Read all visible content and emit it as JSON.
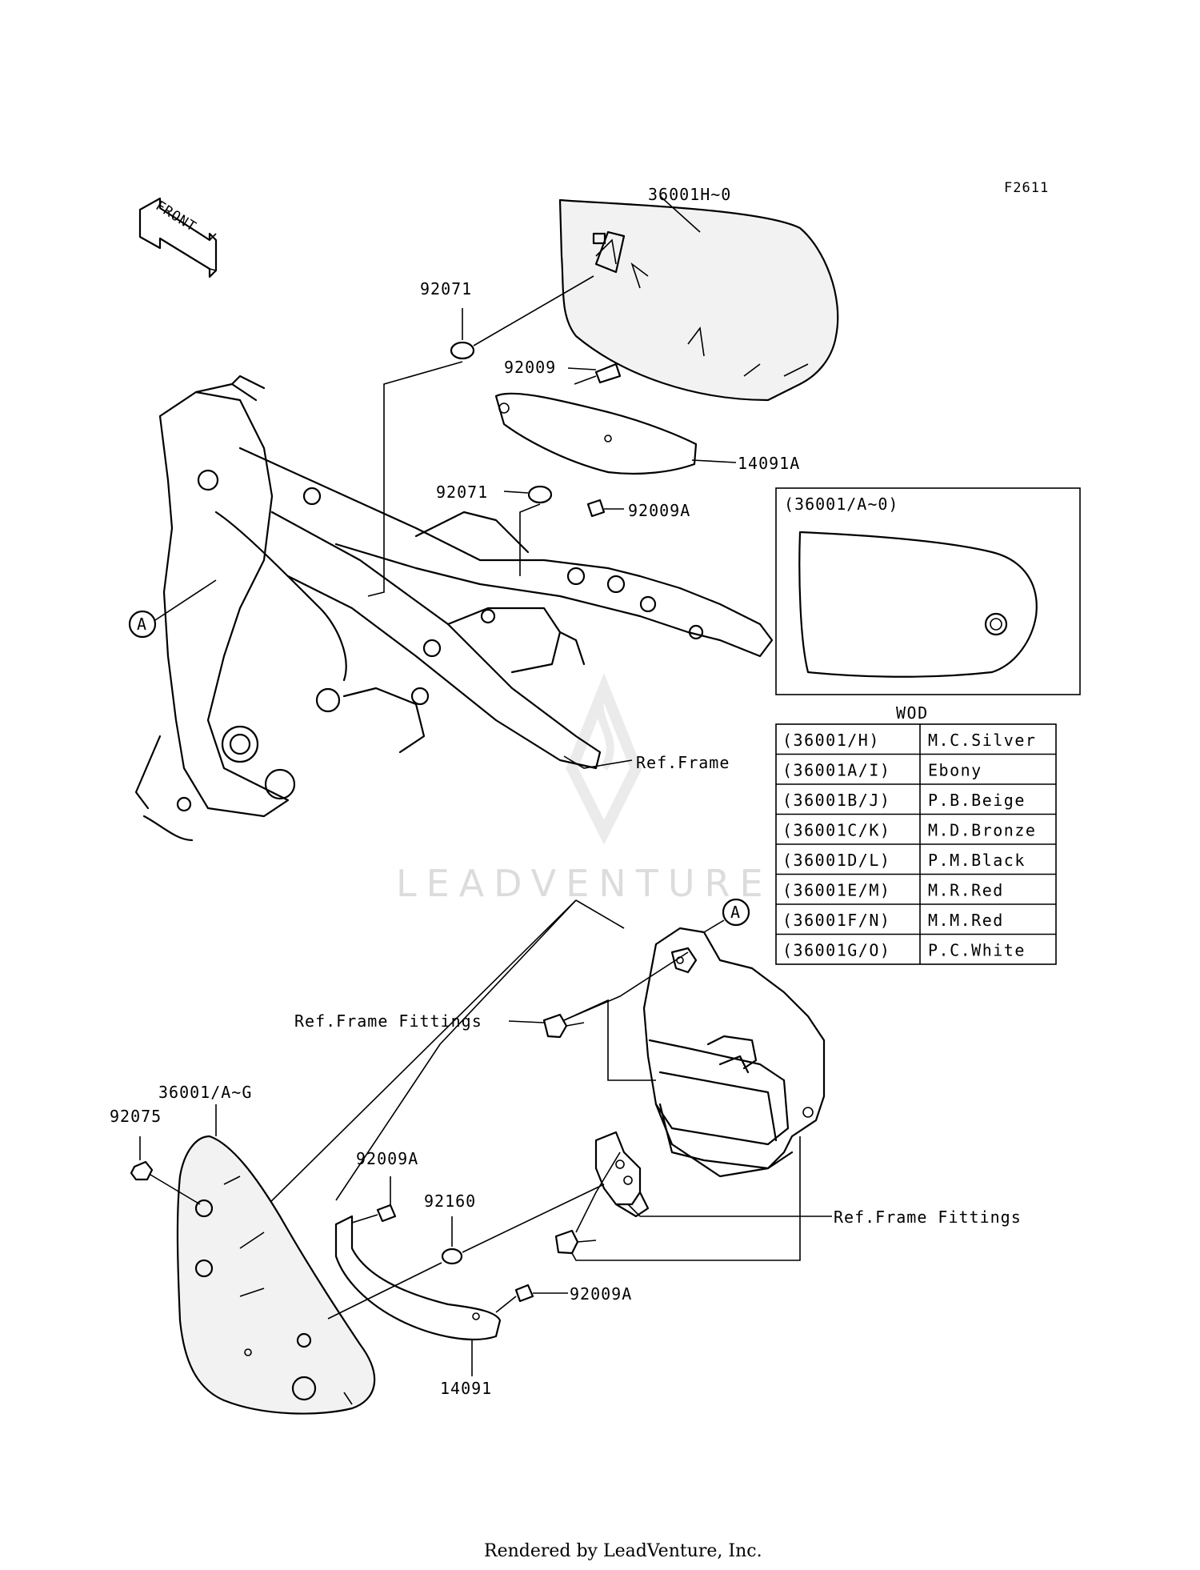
{
  "figure_code": "F2611",
  "front_arrow_label": "FRONT",
  "callouts": {
    "cover_upper": "36001H~0",
    "grommet_upper": "92071",
    "bolt_upper": "92009",
    "bracket_upper": "14091A",
    "grommet_mid": "92071",
    "bolt_mid": "92009A",
    "marker_a_left": "A",
    "ref_frame": "Ref.Frame",
    "marker_a_right": "A",
    "ref_fittings_upper": "Ref.Frame Fittings",
    "cover_lower": "36001/A~G",
    "nut_lower": "92075",
    "bolt_lower_1": "92009A",
    "washer_lower": "92160",
    "bolt_lower_2": "92009A",
    "ref_fittings_lower": "Ref.Frame Fittings",
    "bracket_lower": "14091"
  },
  "inset_label": "(36001/A~0)",
  "wod": {
    "title": "WOD",
    "rows": [
      {
        "code": "(36001/H)",
        "color": "M.C.Silver"
      },
      {
        "code": "(36001A/I)",
        "color": "Ebony"
      },
      {
        "code": "(36001B/J)",
        "color": "P.B.Beige"
      },
      {
        "code": "(36001C/K)",
        "color": "M.D.Bronze"
      },
      {
        "code": "(36001D/L)",
        "color": "P.M.Black"
      },
      {
        "code": "(36001E/M)",
        "color": "M.R.Red"
      },
      {
        "code": "(36001F/N)",
        "color": "M.M.Red"
      },
      {
        "code": "(36001G/O)",
        "color": "P.C.White"
      }
    ]
  },
  "watermark": "LEADVENTURE",
  "footer": "Rendered by LeadVenture, Inc."
}
